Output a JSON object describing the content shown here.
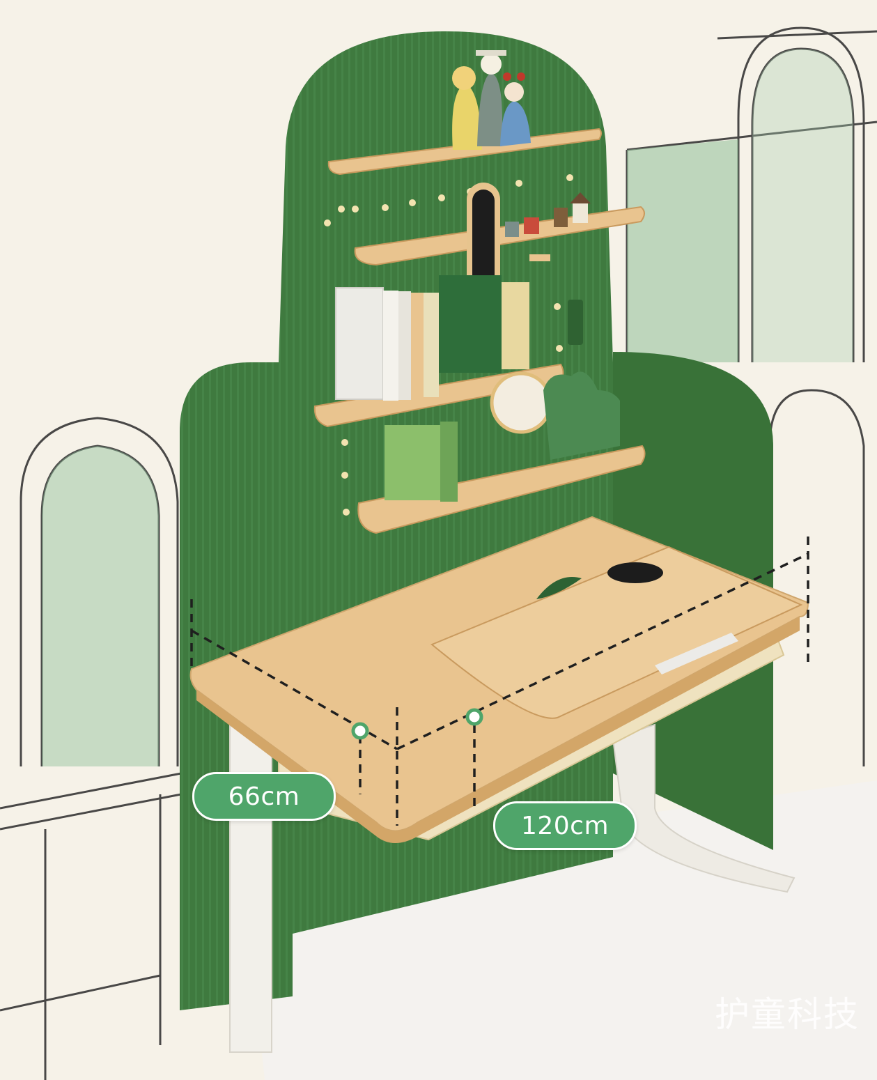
{
  "dimensions": {
    "depth_label": "66cm",
    "width_label": "120cm"
  },
  "watermark": {
    "text": "护童科技"
  },
  "colors": {
    "panel_green": "#3f7a3f",
    "panel_green_dark": "#2e5f30",
    "wood": "#e9c48f",
    "wood_edge": "#d3a668",
    "accent_green": "#4fa56a",
    "background": "#f6f2e8"
  }
}
